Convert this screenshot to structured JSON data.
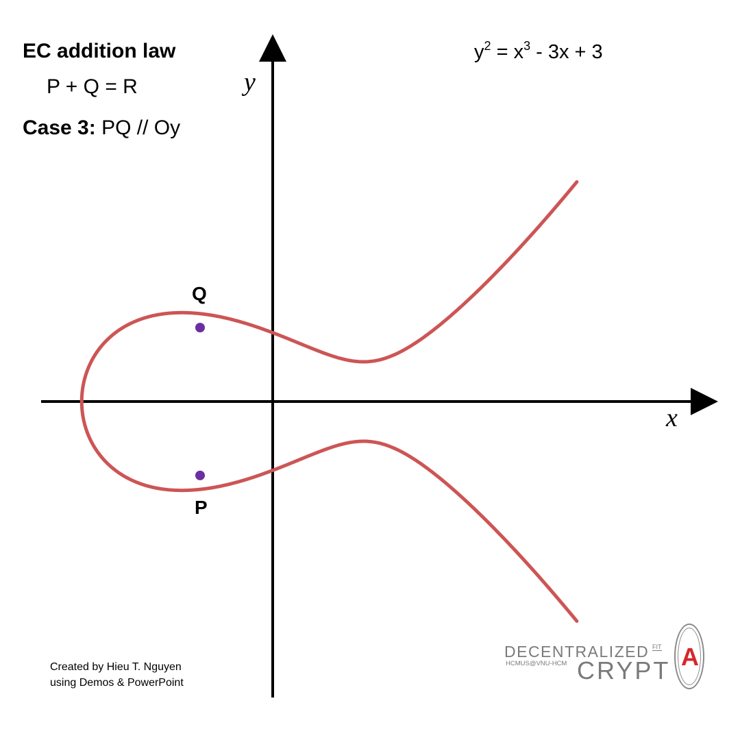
{
  "title": "EC addition law",
  "equation": "P + Q = R",
  "case": {
    "label": "Case 3:",
    "text": "PQ // Oy"
  },
  "curve_equation": {
    "lhs_base": "y",
    "lhs_exp": "2",
    "eq": " = x",
    "x_exp": "3",
    "rest": " - 3x + 3"
  },
  "axes": {
    "x_label": "x",
    "y_label": "y"
  },
  "points": [
    {
      "id": "Q",
      "label": "Q",
      "x": -0.8,
      "y": 1.86
    },
    {
      "id": "P",
      "label": "P",
      "x": -0.8,
      "y": -1.86
    }
  ],
  "credits": {
    "line1": "Created by Hieu T. Nguyen",
    "line2": "using Demos & PowerPoint"
  },
  "logo": {
    "top": "DECENTRALIZED",
    "fit": "FIT",
    "sub": "HCMUS@VNU-HCM",
    "crypt": "CRYPT",
    "letter": "A"
  },
  "colors": {
    "curve": "#cd5555",
    "point": "#6a2fa0",
    "axis": "#000000",
    "logo_gray": "#7a7a7a",
    "logo_red": "#d8262c"
  },
  "chart_data": {
    "type": "line",
    "function": "y^2 = x^3 - 3x + 3",
    "a": -3,
    "b": 3,
    "xlim": [
      -2.05,
      3.35
    ],
    "ylim": [
      -5.5,
      6.0
    ],
    "grid": false,
    "series": [
      {
        "name": "y^2 = x^3 - 3x + 3"
      }
    ]
  }
}
